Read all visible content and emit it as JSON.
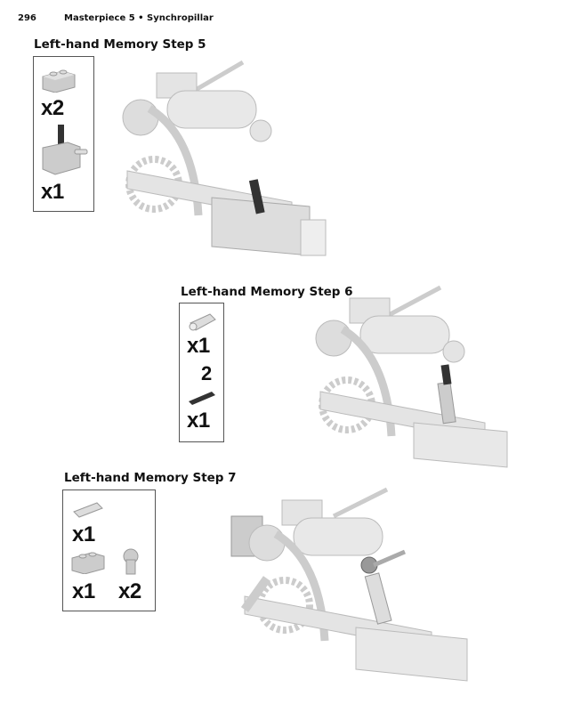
{
  "header": {
    "page_number": "296",
    "running_title": "Masterpiece 5 • Synchropillar"
  },
  "steps": [
    {
      "title": "Left-hand Memory Step 5",
      "parts": [
        {
          "qty": "x2"
        },
        {
          "qty": "x1"
        }
      ]
    },
    {
      "title": "Left-hand Memory Step 6",
      "parts": [
        {
          "qty": "x1"
        },
        {
          "length": "2",
          "qty": "x1"
        }
      ]
    },
    {
      "title": "Left-hand Memory Step 7",
      "parts": [
        {
          "qty": "x1"
        },
        {
          "qty": "x1"
        },
        {
          "qty": "x2"
        }
      ]
    }
  ]
}
